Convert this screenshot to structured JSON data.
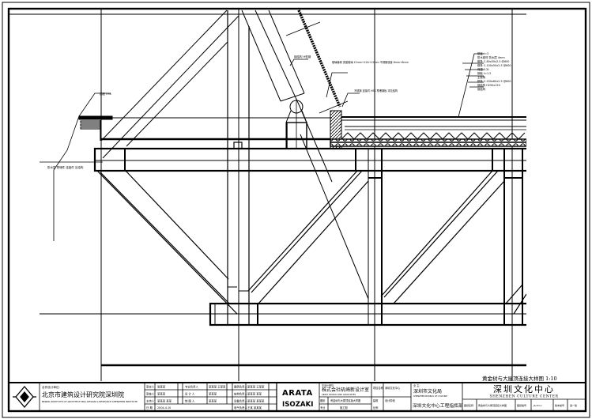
{
  "drawing": {
    "annotations_left": [
      "钢板 t=8",
      "防水层 预埋件 连接件 见结构"
    ],
    "annotations_top": [
      "钢结构 H型钢",
      "玻璃幕墙 夹胶玻璃 12mm+12A+12mm 不锈钢驳接 6mm+6mm",
      "不锈钢 连接件 HSS 预埋钢板 详见结构"
    ],
    "annotations_right": [
      "铝板 t=3",
      "防水卷材 防水层 4mm",
      "檩条 C-80x50x2.5 @600",
      "檩条 C-100x50x2.5 @600",
      "保温 0.2t",
      "钢板 t=1.2",
      "主檩条",
      "檩条 C-200x80x2.5 @600",
      "钢结构 H250x150",
      "钢结构"
    ]
  },
  "title_block": {
    "partner_label": "合作设计单位:",
    "partner_cn": "北京市建筑设计研究院深圳院",
    "partner_en": "BEIJING INSTITUTE OF ARCHITECTURAL DESIGN & RESEARCH SHENZHEN INSTITUTE",
    "sign_rows": [
      [
        "审定人",
        "张某某",
        "专业负责人",
        "某某某 王某某"
      ],
      [
        "审核人",
        "某某某",
        "设 计 人",
        "某某某"
      ],
      [
        "主持人",
        "某某某 某某",
        "制 图 人",
        "某某某"
      ],
      [
        "日  期",
        "2004.4.10",
        "",
        ""
      ]
    ],
    "discipline_rows": [
      [
        "建筑负责人",
        "某某某 王某某"
      ],
      [
        "结构负责人",
        "某某某 某某"
      ],
      [
        "设备负责人",
        "某某某 某某某"
      ],
      [
        "电气负责人",
        "王某 某某某"
      ]
    ],
    "architect_logo": [
      "ARATA",
      "ISOZAKI"
    ],
    "architect_label": "主设计单位:",
    "architect_cn": "株式会社矶崎新设计室",
    "architect_en": "ARATA ISOZAKI AND ASSOCIATES",
    "project_label": "项目名称",
    "project_value": "深圳文化中心",
    "stage_label": "设计阶段",
    "stage_value": "施工图",
    "cell_a_label": "图纸",
    "cell_a_value": "黄金树与大屋顶连接大样图",
    "cell_b_label": "专业",
    "cell_b_value": "建筑",
    "cell_c_label": "比例",
    "client_label": "业  主:",
    "client_cn": "深圳市文化局",
    "client_en": "SHENZHEN BUREAU OF CULTURE",
    "client_dept": "深圳文化中心工程指挥部",
    "drawing_title": "黄金树与大屋顶连接大样图 1:10",
    "project_cn": "深圳文化中心",
    "project_en": "SHENZHEN CULTURE CENTER",
    "bottom_cells": [
      "图纸名称",
      "黄金树与大屋顶连接大样图",
      "图纸编号",
      "JS-YD-1",
      "版本编号",
      "第一版"
    ]
  }
}
